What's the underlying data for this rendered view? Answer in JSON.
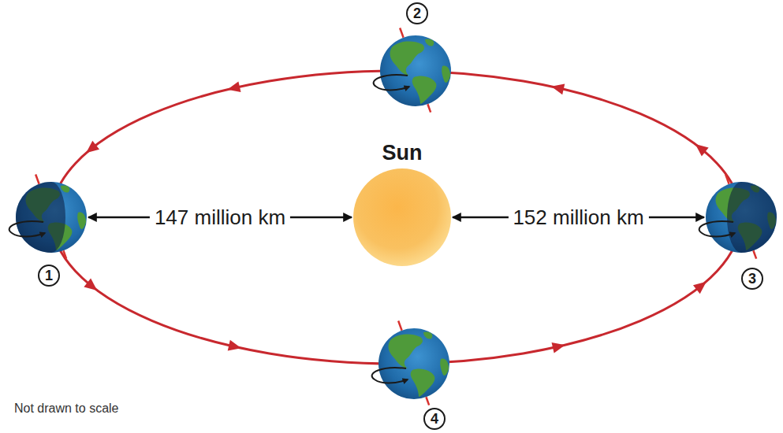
{
  "diagram": {
    "nodes": [
      {
        "text": [
          "Sun"
        ]
      },
      {
        "text": [
          "1"
        ]
      },
      {
        "text": [
          "2"
        ]
      },
      {
        "text": [
          "3"
        ]
      },
      {
        "text": [
          "4"
        ]
      }
    ],
    "edges": [
      {
        "from": 0,
        "to": 1,
        "label": "147 million km",
        "arrow": "both"
      },
      {
        "from": 0,
        "to": 3,
        "label": "152 million km",
        "arrow": "both"
      }
    ],
    "labels": [
      "Not drawn to scale"
    ]
  }
}
